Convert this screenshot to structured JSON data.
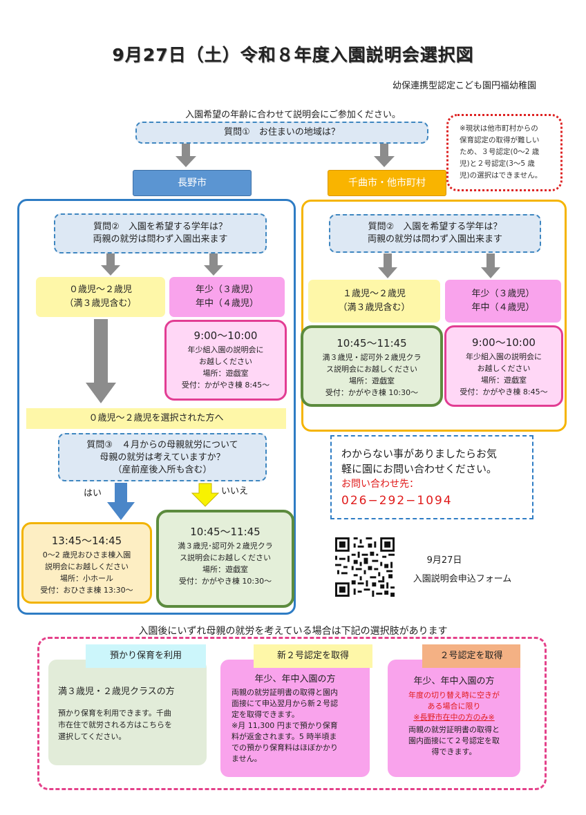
{
  "header": {
    "title": "9月27日（土）令和８年度入園説明会選択図",
    "school": "幼保連携型認定こども園円福幼稚園",
    "lead": "入園希望の年齢に合わせて説明会にご参加ください。"
  },
  "q1": {
    "text": "質問①　お住まいの地域は？"
  },
  "note": {
    "lines": [
      "※現状は他市町村からの",
      "保育認定の取得が難しい",
      "ため、３号認定(0〜2 歳",
      "児)と２号認定(3〜5 歳",
      "児)の選択はできません。"
    ]
  },
  "nagano": {
    "label": "長野市",
    "q2_line1": "質問②　入園を希望する学年は？",
    "q2_line2": "両親の就労は問わず入園出来ます",
    "young_line1": "０歳児〜２歳児",
    "young_line2": "（満３歳児含む）",
    "older_line1": "年少（３歳児）",
    "older_line2": "年中（４歳児）",
    "older_detail": {
      "time": "9:00〜10:00",
      "l1": "年少組入園の説明会に",
      "l2": "お越しください",
      "place": "場所：遊戯室",
      "reception": "受付：かがやき棟 8:45〜"
    },
    "banner": "０歳児〜２歳児を選択された方へ",
    "q3_line1": "質問③　４月からの母親就労について",
    "q3_line2": "母親の就労は考えていますか？",
    "q3_line3": "（産前産後入所も含む）",
    "yes": "はい",
    "no": "いいえ",
    "yes_detail": {
      "time": "13:45〜14:45",
      "l1": "0〜2 歳児おひさま棟入園",
      "l2": "説明会にお越しください",
      "place": "場所：小ホール",
      "reception": "受付：おひさま棟 13:30〜"
    },
    "no_detail": {
      "time": "10:45〜11:45",
      "l1": "満３歳児･認可外２歳児クラ",
      "l2": "ス説明会にお越しください",
      "place": "場所：遊戯室",
      "reception": "受付：かがやき棟 10:30〜"
    }
  },
  "chikuma": {
    "label": "千曲市・他市町村",
    "q2_line1": "質問②　入園を希望する学年は？",
    "q2_line2": "両親の就労は問わず入園出来ます",
    "young_line1": "１歳児〜２歳児",
    "young_line2": "（満３歳児含む）",
    "older_line1": "年少（３歳児）",
    "older_line2": "年中（４歳児）",
    "young_detail": {
      "time": "10:45〜11:45",
      "l1": "満３歳児・認可外２歳児クラ",
      "l2": "ス説明会にお越しください",
      "place": "場所：遊戯室",
      "reception": "受付：かがやき棟 10:30〜"
    },
    "older_detail": {
      "time": "9:00〜10:00",
      "l1": "年少組入園の説明会に",
      "l2": "お越しください",
      "place": "場所：遊戯室",
      "reception": "受付：かがやき棟 8:45〜"
    }
  },
  "contact": {
    "l1": "わからない事がありましたらお気",
    "l2": "軽に園にお問い合わせください。",
    "label": "お問い合わせ先：",
    "phone": "026−292−1094"
  },
  "form": {
    "date": "9月27日",
    "label": "入園説明会申込フォーム"
  },
  "options": {
    "intro": "入園後にいずれ母親の就労を考えている場合は下記の選択肢があります",
    "opt1": {
      "tag": "預かり保育を利用",
      "heading": "満３歳児・２歳児クラスの方",
      "lines": [
        "預かり保育を利用できます。千曲",
        "市在住で就労される方はこちらを",
        "選択してください。"
      ]
    },
    "opt2": {
      "tag": "新２号認定を取得",
      "heading": "年少、年中入園の方",
      "lines": [
        "両親の就労証明書の取得と園内",
        "面接にて申込翌月から新２号認",
        "定を取得できます。",
        "※月 11,300 円まで預かり保育",
        "料が返金されます。5 時半頃ま",
        "での預かり保育料はほぼかかり",
        "ません。"
      ]
    },
    "opt3": {
      "tag": "２号認定を取得",
      "heading": "年少、年中入園の方",
      "red1": "年度の切り替え時に空きが",
      "red2": "ある場合に限り",
      "red3": "※長野市在中の方のみ※",
      "lines": [
        "両親の就労証明書の取得と",
        "園内面接にて２号認定を取",
        "得できます。"
      ]
    }
  },
  "colors": {
    "blue_frame": "#2e7cc4",
    "orange_frame": "#f5b400",
    "pink_border": "#e23d93",
    "green_border": "#5c8b3e",
    "red_text": "#e01b1b"
  }
}
